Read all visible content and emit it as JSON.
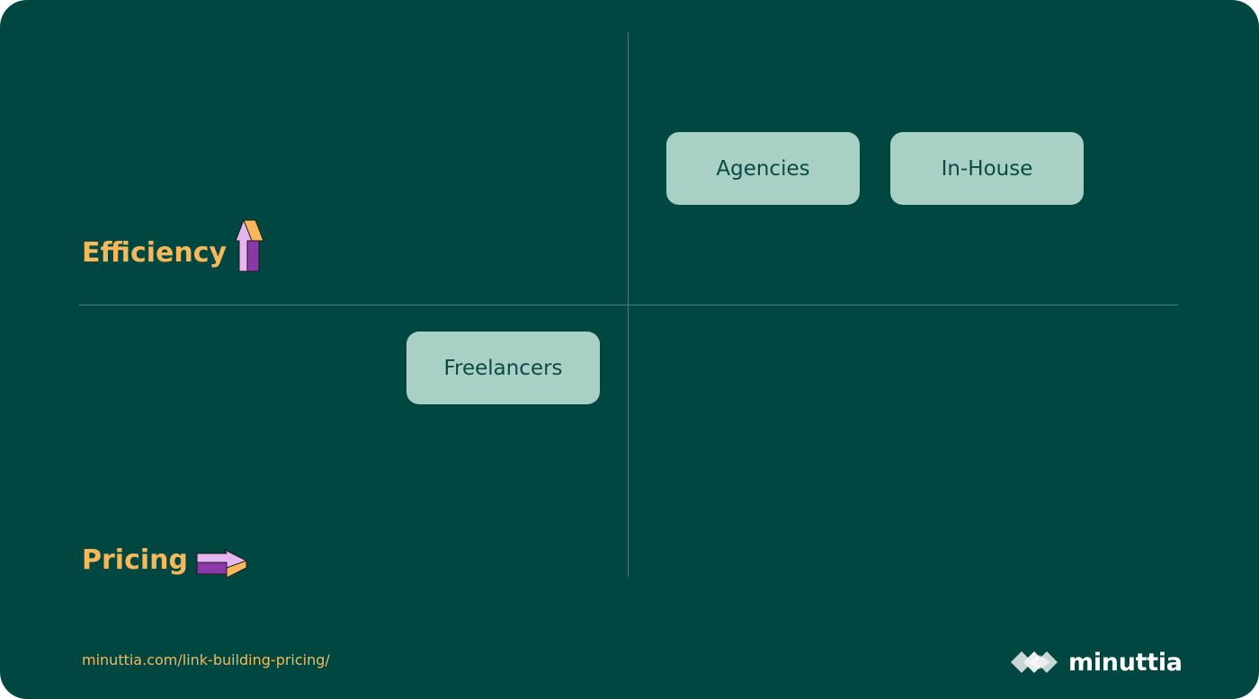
{
  "diagram": {
    "quadrant_items": [
      {
        "label": "Agencies"
      },
      {
        "label": "In-House"
      },
      {
        "label": "Freelancers"
      }
    ],
    "axes": {
      "vertical_label": "Efficiency",
      "horizontal_label": "Pricing"
    }
  },
  "footer": {
    "url": "minuttia.com/link-building-pricing/",
    "brand": "minuttia"
  },
  "colors": {
    "background": "#004741",
    "box": "#a8d0c4",
    "accent": "#f6b85a",
    "arrow_pink": "#e6b6f0",
    "arrow_purple": "#8a3aa8"
  },
  "icons": {
    "efficiency_arrow": "arrow-up-icon",
    "pricing_arrow": "arrow-right-icon",
    "logo": "minuttia-logo-mark"
  }
}
